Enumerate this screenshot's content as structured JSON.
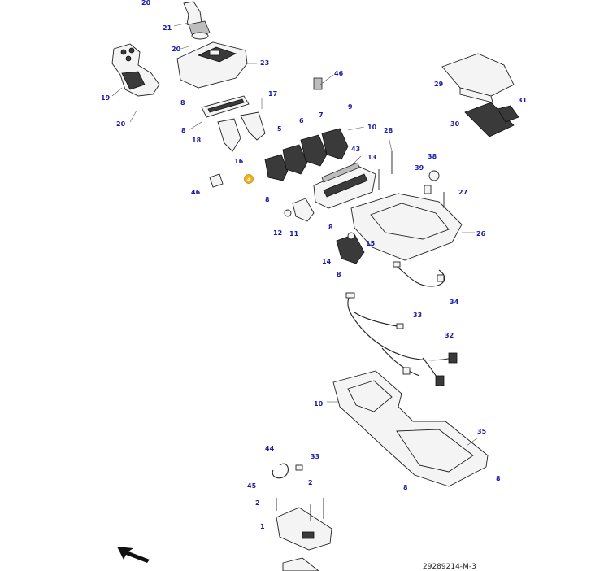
{
  "diagram": {
    "reference_id": "29289214-M-3",
    "highlight_color": "#f5b21a",
    "label_color": "#1a1aa8",
    "callouts": [
      {
        "id": "c20a",
        "label": "20"
      },
      {
        "id": "c21",
        "label": "21"
      },
      {
        "id": "c20b",
        "label": "20"
      },
      {
        "id": "c23",
        "label": "23"
      },
      {
        "id": "c19",
        "label": "19"
      },
      {
        "id": "c20c",
        "label": "20"
      },
      {
        "id": "c8a",
        "label": "8"
      },
      {
        "id": "c8b",
        "label": "8"
      },
      {
        "id": "c17",
        "label": "17"
      },
      {
        "id": "c18",
        "label": "18"
      },
      {
        "id": "c16",
        "label": "16"
      },
      {
        "id": "c46a",
        "label": "46"
      },
      {
        "id": "c46b",
        "label": "46"
      },
      {
        "id": "c5",
        "label": "5"
      },
      {
        "id": "c6",
        "label": "6"
      },
      {
        "id": "c7",
        "label": "7"
      },
      {
        "id": "c9",
        "label": "9"
      },
      {
        "id": "c10a",
        "label": "10"
      },
      {
        "id": "c28",
        "label": "28"
      },
      {
        "id": "c43",
        "label": "43"
      },
      {
        "id": "c13",
        "label": "13"
      },
      {
        "id": "c4",
        "label": "4"
      },
      {
        "id": "c8c",
        "label": "8"
      },
      {
        "id": "c12",
        "label": "12"
      },
      {
        "id": "c11",
        "label": "11"
      },
      {
        "id": "c8d",
        "label": "8"
      },
      {
        "id": "c29",
        "label": "29"
      },
      {
        "id": "c31",
        "label": "31"
      },
      {
        "id": "c30",
        "label": "30"
      },
      {
        "id": "c38",
        "label": "38"
      },
      {
        "id": "c39",
        "label": "39"
      },
      {
        "id": "c27",
        "label": "27"
      },
      {
        "id": "c26",
        "label": "26"
      },
      {
        "id": "c15",
        "label": "15"
      },
      {
        "id": "c14",
        "label": "14"
      },
      {
        "id": "c8e",
        "label": "8"
      },
      {
        "id": "c34",
        "label": "34"
      },
      {
        "id": "c33a",
        "label": "33"
      },
      {
        "id": "c32",
        "label": "32"
      },
      {
        "id": "c10b",
        "label": "10"
      },
      {
        "id": "c35",
        "label": "35"
      },
      {
        "id": "c8f",
        "label": "8"
      },
      {
        "id": "c8g",
        "label": "8"
      },
      {
        "id": "c44",
        "label": "44"
      },
      {
        "id": "c33b",
        "label": "33"
      },
      {
        "id": "c45",
        "label": "45"
      },
      {
        "id": "c2a",
        "label": "2"
      },
      {
        "id": "c2b",
        "label": "2"
      },
      {
        "id": "c1",
        "label": "1"
      }
    ]
  }
}
